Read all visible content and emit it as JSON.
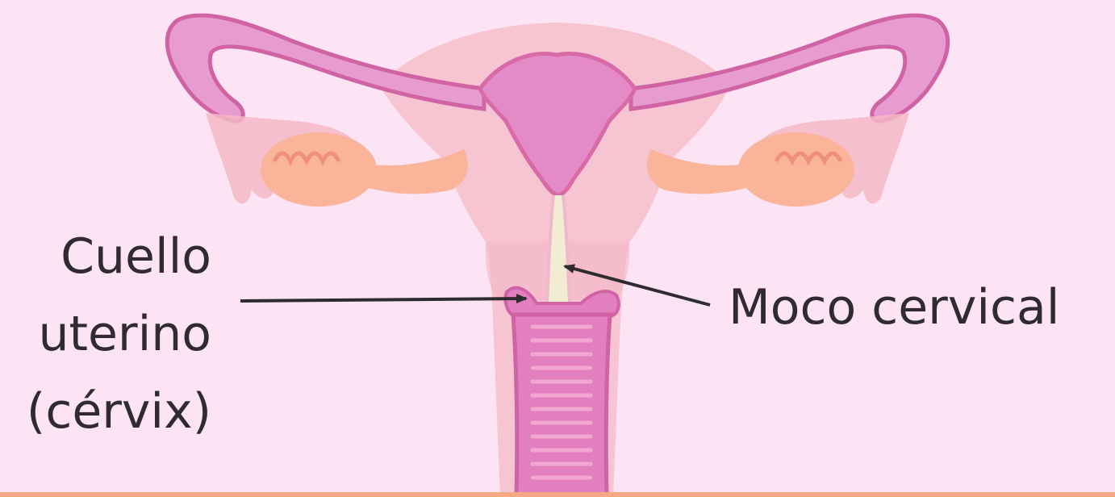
{
  "labels": {
    "cervix": [
      "Cuello",
      "uterino",
      "(cérvix)"
    ],
    "mucus": "Moco cervical"
  },
  "colors": {
    "background": "#fde4f4",
    "tissue": "#f6c3cf",
    "tissue_dark": "#efb2c2",
    "cavity": "#e48ac6",
    "cavity_outline": "#d96aa8",
    "tube_fill": "#e79bd0",
    "tube_outline": "#cf63a4",
    "ovary": "#f9b49a",
    "mucus": "#f2ecd3",
    "vagina": "#e27fbf",
    "arrow": "#2f2b2e",
    "bottom_border": "#f4a883"
  }
}
